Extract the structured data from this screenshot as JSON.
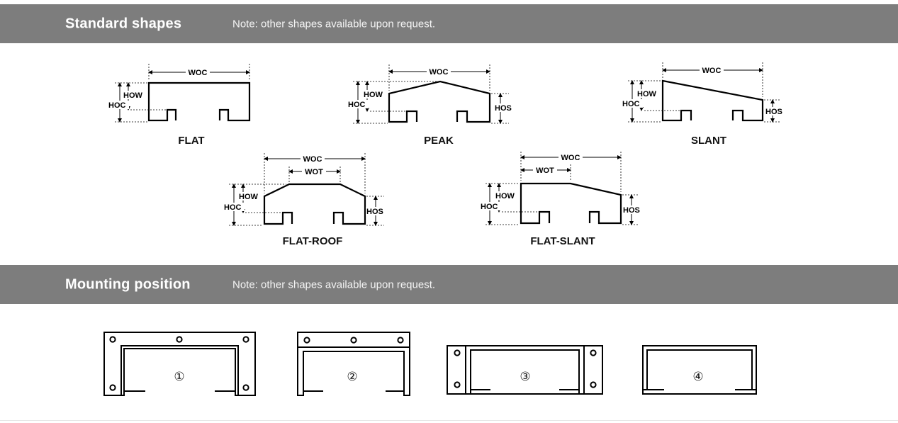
{
  "sections": [
    {
      "title": "Standard shapes",
      "note": "Note: other shapes available upon request."
    },
    {
      "title": "Mounting position",
      "note": "Note: other shapes available upon request."
    }
  ],
  "dimension_labels": {
    "woc": "WOC",
    "wot": "WOT",
    "how": "HOW",
    "hoc": "HOC",
    "hos": "HOS"
  },
  "shapes": [
    {
      "name": "FLAT"
    },
    {
      "name": "PEAK"
    },
    {
      "name": "SLANT"
    },
    {
      "name": "FLAT-ROOF"
    },
    {
      "name": "FLAT-SLANT"
    }
  ],
  "mounting_positions": [
    {
      "label": "①"
    },
    {
      "label": "②"
    },
    {
      "label": "③"
    },
    {
      "label": "④"
    }
  ]
}
